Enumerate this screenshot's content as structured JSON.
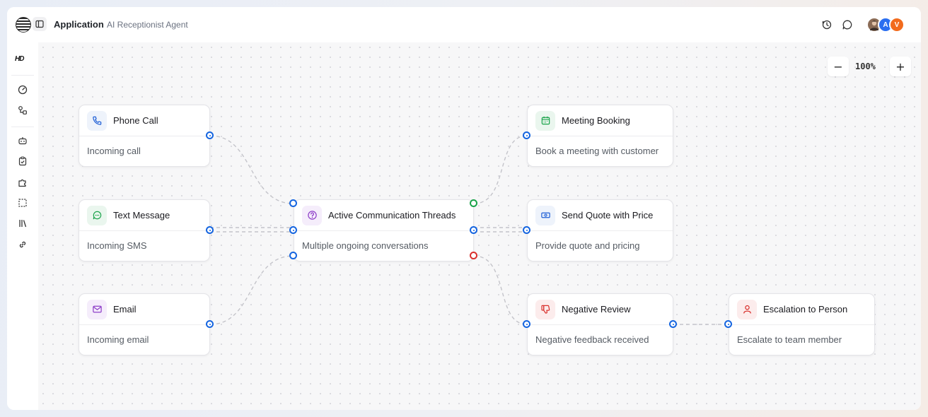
{
  "header": {
    "app_title": "Application",
    "app_subtitle": "AI Receptionist Agent",
    "avatars": [
      {
        "letter": "",
        "color": "#8a6b55"
      },
      {
        "letter": "A",
        "color": "#2a6ef0"
      },
      {
        "letter": "V",
        "color": "#f26b1d"
      }
    ]
  },
  "rail": {
    "brand": "HD"
  },
  "zoom": {
    "minus": "−",
    "level": "100%",
    "plus": "+"
  },
  "nodes": {
    "phone_call": {
      "title": "Phone Call",
      "desc": "Incoming call"
    },
    "text_message": {
      "title": "Text Message",
      "desc": "Incoming SMS"
    },
    "email": {
      "title": "Email",
      "desc": "Incoming email"
    },
    "active_threads": {
      "title": "Active Communication Threads",
      "desc": "Multiple ongoing conversations"
    },
    "meeting_booking": {
      "title": "Meeting Booking",
      "desc": "Book a meeting with customer"
    },
    "send_quote": {
      "title": "Send Quote with Price",
      "desc": "Provide quote and pricing"
    },
    "negative_review": {
      "title": "Negative Review",
      "desc": "Negative feedback received"
    },
    "escalation": {
      "title": "Escalation to Person",
      "desc": "Escalate to team member"
    }
  },
  "colors": {
    "port_blue": "#1565e0",
    "port_green": "#1aa34a",
    "port_red": "#d9302c",
    "wire": "#c4c4ca"
  },
  "icons": {
    "phone_call": "phone-icon",
    "text_message": "message-icon",
    "email": "mail-icon",
    "active_threads": "help-circle-icon",
    "meeting_booking": "calendar-icon",
    "send_quote": "banknote-icon",
    "negative_review": "thumbs-down-icon",
    "escalation": "user-icon"
  }
}
